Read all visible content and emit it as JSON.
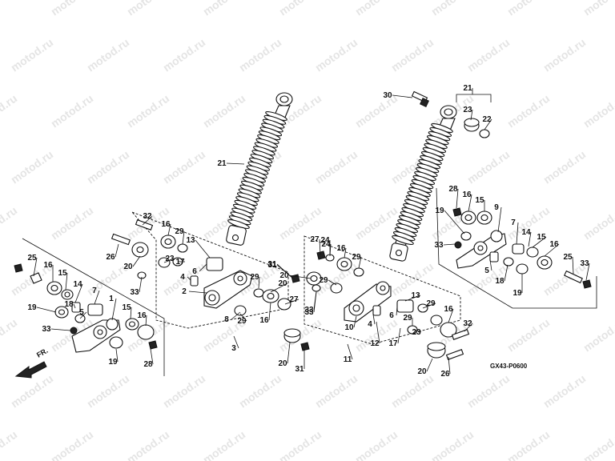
{
  "diagram": {
    "code": "GX43-P0600",
    "direction_label": "FR.",
    "watermark": "motod.ru",
    "callouts": [
      {
        "id": "c21a",
        "text": "21"
      },
      {
        "id": "c32a",
        "text": "32"
      },
      {
        "id": "c16a",
        "text": "16"
      },
      {
        "id": "c29a",
        "text": "29"
      },
      {
        "id": "c13a",
        "text": "13"
      },
      {
        "id": "c23a",
        "text": "23"
      },
      {
        "id": "c17a",
        "text": "17"
      },
      {
        "id": "c26a",
        "text": "26"
      },
      {
        "id": "c20a",
        "text": "20"
      },
      {
        "id": "c33a",
        "text": "33"
      },
      {
        "id": "c4a",
        "text": "4"
      },
      {
        "id": "c6a",
        "text": "6"
      },
      {
        "id": "c2a",
        "text": "2"
      },
      {
        "id": "c29b",
        "text": "29"
      },
      {
        "id": "c8a",
        "text": "8"
      },
      {
        "id": "c29c",
        "text": "29"
      },
      {
        "id": "c3a",
        "text": "3"
      },
      {
        "id": "c16b",
        "text": "16"
      },
      {
        "id": "c20b",
        "text": "20"
      },
      {
        "id": "c31a",
        "text": "31"
      },
      {
        "id": "c24a",
        "text": "24"
      },
      {
        "id": "c27a",
        "text": "27"
      },
      {
        "id": "c33b",
        "text": "33"
      },
      {
        "id": "c25a",
        "text": "25"
      },
      {
        "id": "c16c",
        "text": "16"
      },
      {
        "id": "c15a",
        "text": "15"
      },
      {
        "id": "c14a",
        "text": "14"
      },
      {
        "id": "c7a",
        "text": "7"
      },
      {
        "id": "c1a",
        "text": "1"
      },
      {
        "id": "c18a",
        "text": "18"
      },
      {
        "id": "c19a",
        "text": "19"
      },
      {
        "id": "c5a",
        "text": "5"
      },
      {
        "id": "c33c",
        "text": "33"
      },
      {
        "id": "c15b",
        "text": "15"
      },
      {
        "id": "c16d",
        "text": "16"
      },
      {
        "id": "c19b",
        "text": "19"
      },
      {
        "id": "c28a",
        "text": "28"
      },
      {
        "id": "c30a",
        "text": "30"
      },
      {
        "id": "c21b",
        "text": "21"
      },
      {
        "id": "c23b",
        "text": "23"
      },
      {
        "id": "c22a",
        "text": "22"
      },
      {
        "id": "c28b",
        "text": "28"
      },
      {
        "id": "c16e",
        "text": "16"
      },
      {
        "id": "c15c",
        "text": "15"
      },
      {
        "id": "c9a",
        "text": "9"
      },
      {
        "id": "c19c",
        "text": "19"
      },
      {
        "id": "c7b",
        "text": "7"
      },
      {
        "id": "c14b",
        "text": "14"
      },
      {
        "id": "c15d",
        "text": "15"
      },
      {
        "id": "c16f",
        "text": "16"
      },
      {
        "id": "c33d",
        "text": "33"
      },
      {
        "id": "c25b",
        "text": "25"
      },
      {
        "id": "c33e",
        "text": "33"
      },
      {
        "id": "c5b",
        "text": "5"
      },
      {
        "id": "c18b",
        "text": "18"
      },
      {
        "id": "c19d",
        "text": "19"
      },
      {
        "id": "c27b",
        "text": "27"
      },
      {
        "id": "c24b",
        "text": "24"
      },
      {
        "id": "c16g",
        "text": "16"
      },
      {
        "id": "c29d",
        "text": "29"
      },
      {
        "id": "c31b",
        "text": "31"
      },
      {
        "id": "c20c",
        "text": "20"
      },
      {
        "id": "c29e",
        "text": "29"
      },
      {
        "id": "c33f",
        "text": "33"
      },
      {
        "id": "c10a",
        "text": "10"
      },
      {
        "id": "c4b",
        "text": "4"
      },
      {
        "id": "c6b",
        "text": "6"
      },
      {
        "id": "c13b",
        "text": "13"
      },
      {
        "id": "c29f",
        "text": "29"
      },
      {
        "id": "c12a",
        "text": "12"
      },
      {
        "id": "c17b",
        "text": "17"
      },
      {
        "id": "c29g",
        "text": "29"
      },
      {
        "id": "c23c",
        "text": "23"
      },
      {
        "id": "c16h",
        "text": "16"
      },
      {
        "id": "c32b",
        "text": "32"
      },
      {
        "id": "c11a",
        "text": "11"
      },
      {
        "id": "c20d",
        "text": "20"
      },
      {
        "id": "c26b",
        "text": "26"
      },
      {
        "id": "c20e",
        "text": "20"
      },
      {
        "id": "c31c",
        "text": "31"
      }
    ]
  }
}
